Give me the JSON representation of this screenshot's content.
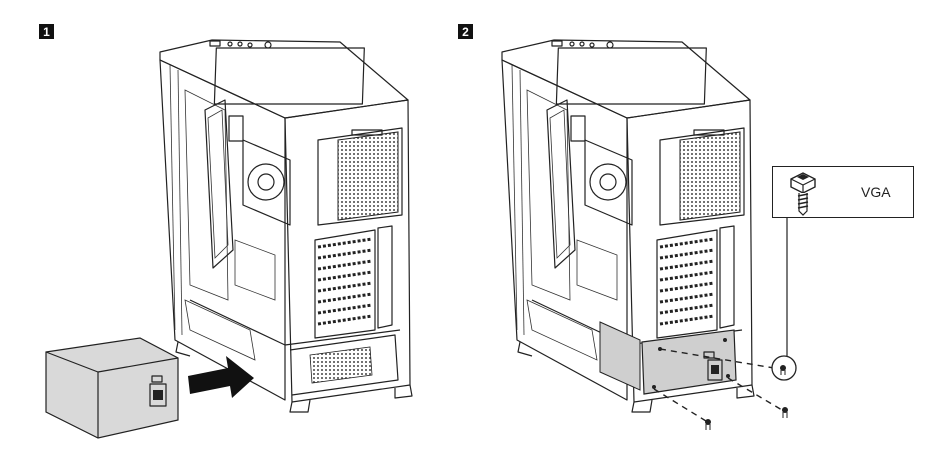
{
  "steps": [
    {
      "number": "1"
    },
    {
      "number": "2"
    }
  ],
  "callout": {
    "label": "VGA",
    "icon": "screw-icon"
  },
  "colors": {
    "line": "#222222",
    "arrow": "#111111",
    "psu_fill": "#d9d9d9",
    "psu_fill_installed": "#cfcfcf",
    "mesh": "#444444"
  }
}
